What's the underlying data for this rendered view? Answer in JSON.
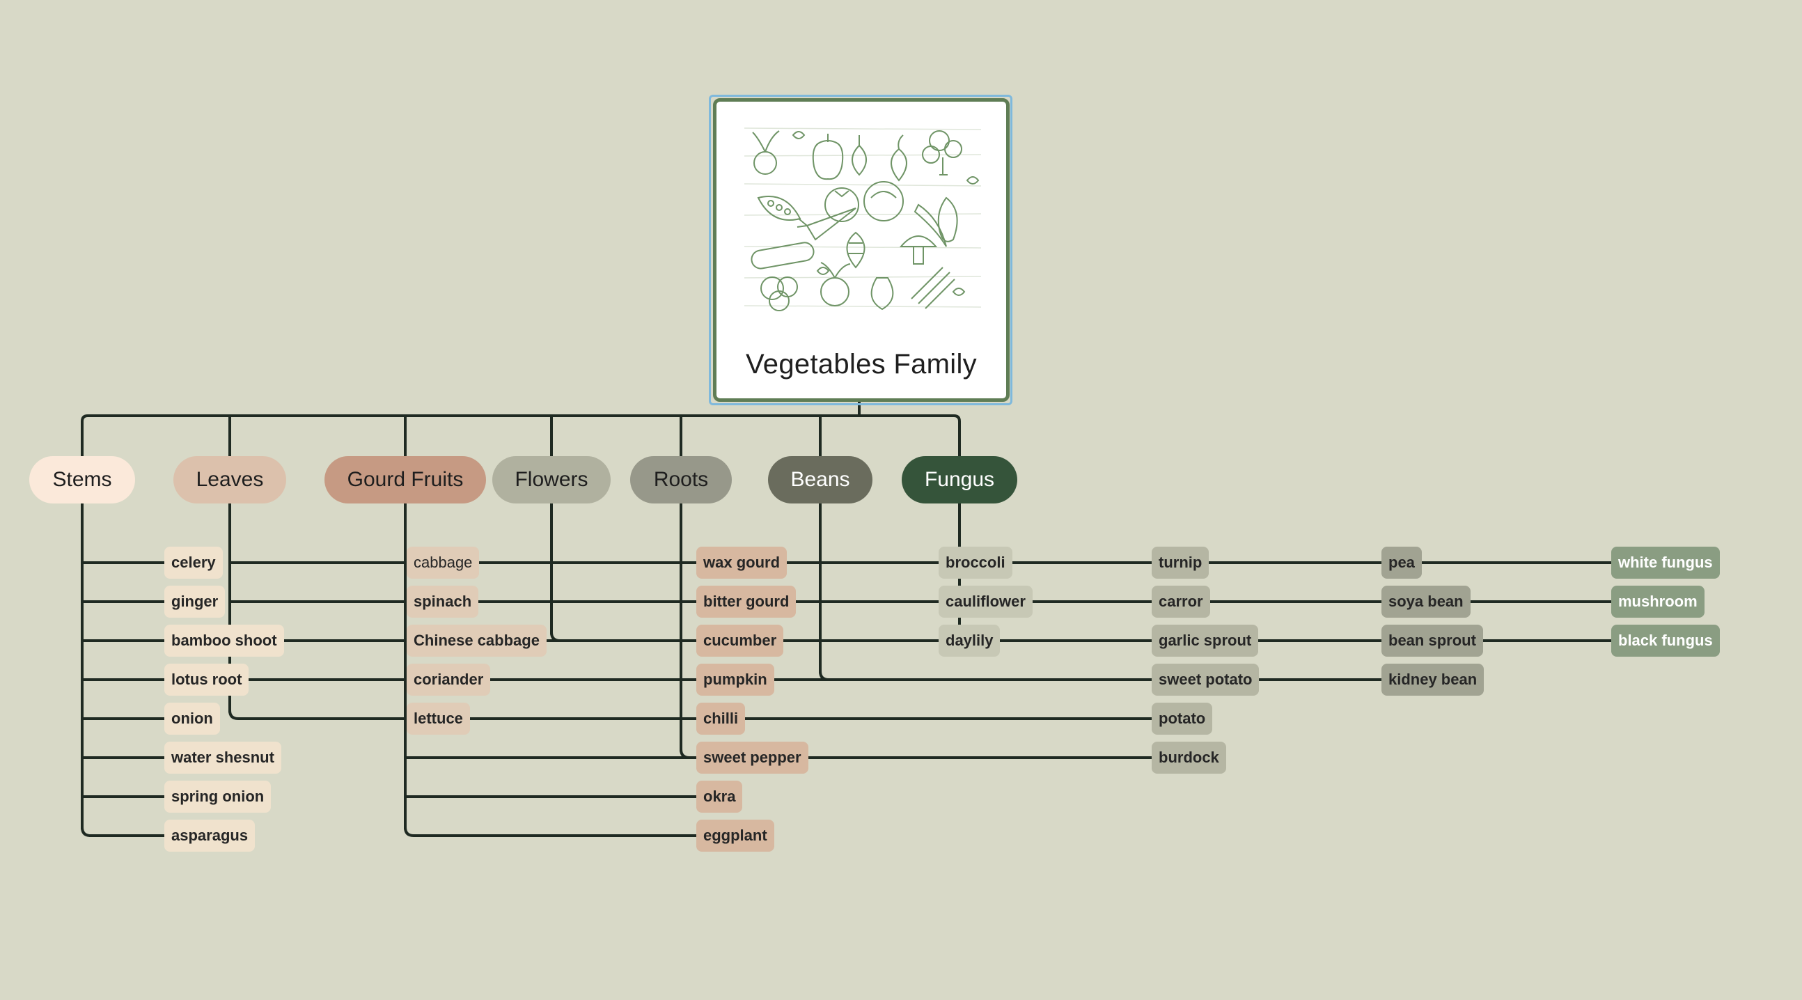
{
  "root": {
    "title": "Vegetables Family",
    "image": "vegetable-line-drawing-illustration"
  },
  "categories": [
    {
      "label": "Stems",
      "color": "#fbe9da",
      "text_color": "#1e1e1e",
      "item_color": "#f0e2cd",
      "item_text": "#262626",
      "items": [
        "celery",
        "ginger",
        "bamboo shoot",
        "lotus root",
        "onion",
        "water shesnut",
        "spring onion",
        "asparagus"
      ]
    },
    {
      "label": "Leaves",
      "color": "#dcc1ac",
      "text_color": "#1e1e1e",
      "item_color": "#e0ccb7",
      "item_text": "#262626",
      "items": [
        "cabbage",
        "spinach",
        "Chinese cabbage",
        "coriander",
        "lettuce"
      ]
    },
    {
      "label": "Gourd Fruits",
      "color": "#c69a83",
      "text_color": "#1e1e1e",
      "item_color": "#d7b8a0",
      "item_text": "#262626",
      "items": [
        "wax gourd",
        "bitter gourd",
        "cucumber",
        "pumpkin",
        "chilli",
        "sweet pepper",
        "okra",
        "eggplant"
      ]
    },
    {
      "label": "Flowers",
      "color": "#b0b19f",
      "text_color": "#1e1e1e",
      "item_color": "#c7c8b5",
      "item_text": "#262626",
      "items": [
        "broccoli",
        "cauliflower",
        "daylily"
      ]
    },
    {
      "label": "Roots",
      "color": "#97988a",
      "text_color": "#1e1e1e",
      "item_color": "#b5b6a3",
      "item_text": "#262626",
      "items": [
        "turnip",
        "carror",
        "garlic sprout",
        "sweet potato",
        "potato",
        "burdock"
      ]
    },
    {
      "label": "Beans",
      "color": "#6a6c5d",
      "text_color": "#ffffff",
      "item_color": "#a1a392",
      "item_text": "#262626",
      "items": [
        "pea",
        "soya bean",
        "bean sprout",
        "kidney bean"
      ]
    },
    {
      "label": "Fungus",
      "color": "#35543a",
      "text_color": "#ffffff",
      "item_color": "#8a9d82",
      "item_text": "#ffffff",
      "items": [
        "white fungus",
        "mushroom",
        "black fungus"
      ]
    }
  ],
  "colors": {
    "background": "#d8d9c7",
    "connector": "#1f2a22",
    "root_border": "#5f7d55",
    "selection": "#7fb9dc"
  }
}
